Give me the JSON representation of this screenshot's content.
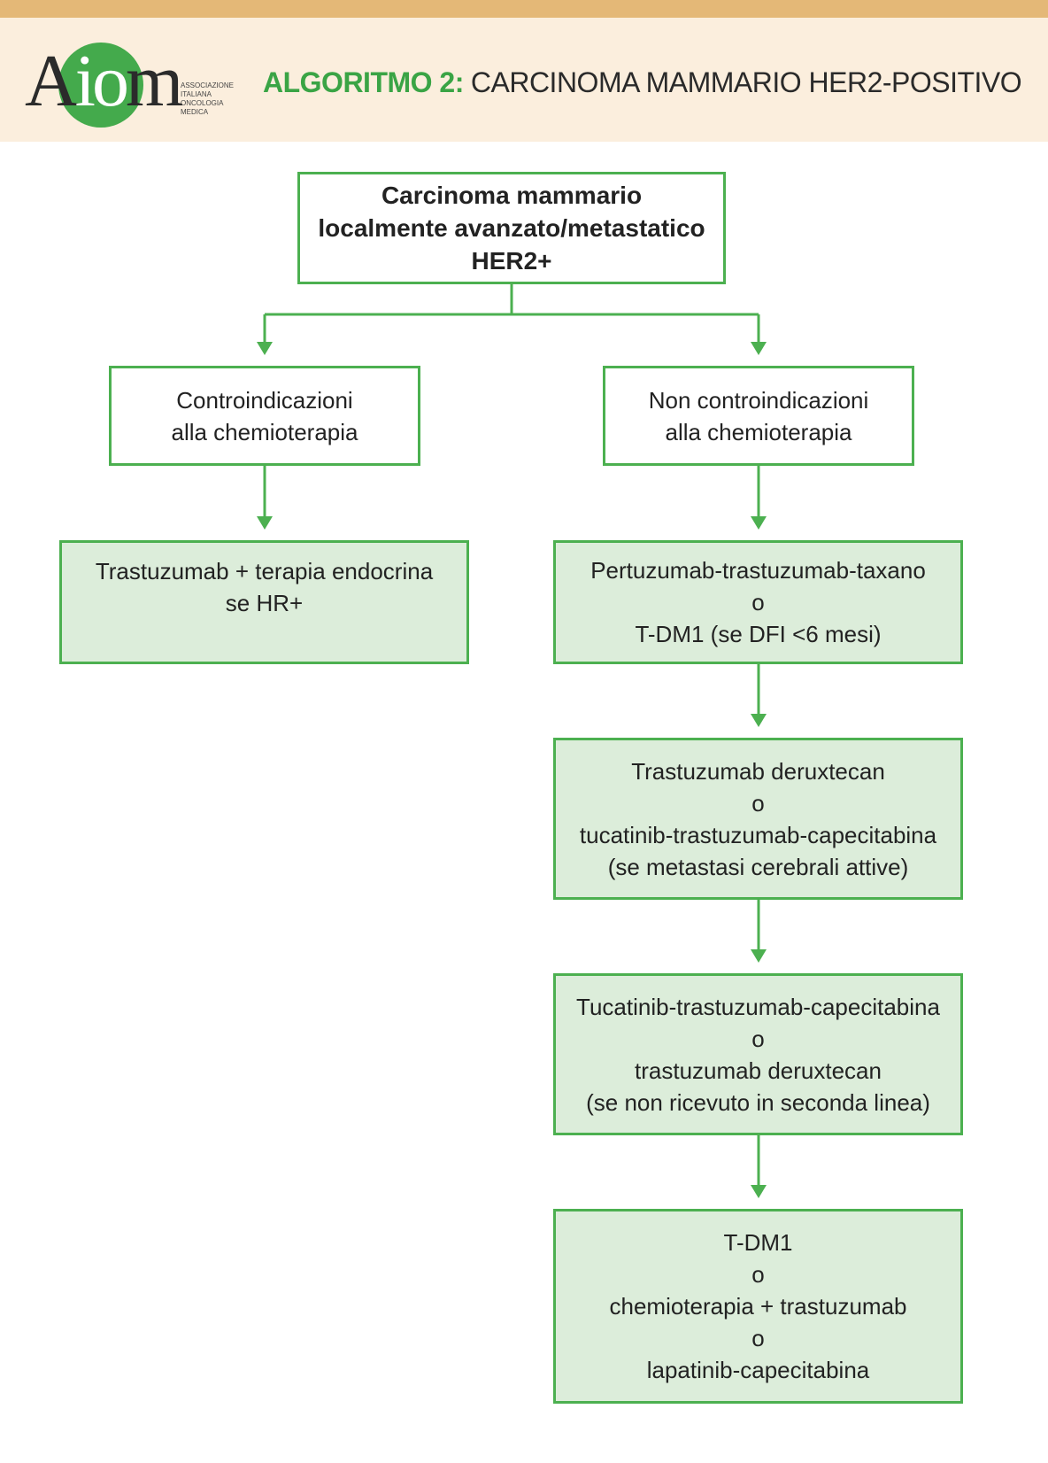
{
  "header": {
    "logo_text": "AIOM",
    "logo_subtitle": [
      "ASSOCIAZIONE",
      "ITALIANA",
      "ONCOLOGIA",
      "MEDICA"
    ],
    "title_prefix": "ALGORITMO 2:",
    "title_main": "CARCINOMA MAMMARIO HER2-POSITIVO"
  },
  "colors": {
    "accent_green": "#4cb050",
    "box_fill": "#dcedda",
    "header_bg": "#fbeedd",
    "header_strip": "#e4b877"
  },
  "flowchart": {
    "root": [
      "Carcinoma mammario",
      "localmente avanzato/metastatico",
      "HER2+"
    ],
    "left_branch": {
      "condition": [
        "Controindicazioni",
        "alla chemioterapia"
      ],
      "treatment": [
        "Trastuzumab + terapia endocrina",
        "se HR+"
      ]
    },
    "right_branch": {
      "condition": [
        "Non controindicazioni",
        "alla chemioterapia"
      ],
      "line1": [
        "Pertuzumab-trastuzumab-taxano",
        "o",
        "T-DM1 (se DFI <6 mesi)"
      ],
      "line2": [
        "Trastuzumab deruxtecan",
        "o",
        "tucatinib-trastuzumab-capecitabina",
        "(se metastasi cerebrali attive)"
      ],
      "line3": [
        "Tucatinib-trastuzumab-capecitabina",
        "o",
        "trastuzumab deruxtecan",
        "(se non ricevuto in seconda linea)"
      ],
      "line4": [
        "T-DM1",
        "o",
        "chemioterapia + trastuzumab",
        "o",
        "lapatinib-capecitabina"
      ]
    }
  }
}
